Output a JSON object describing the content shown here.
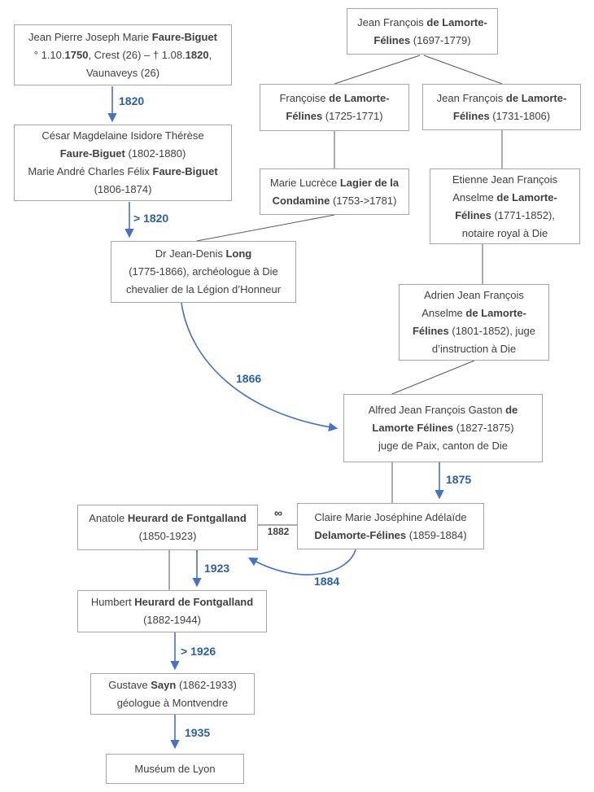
{
  "diagram": {
    "type": "genealogy-provenance-flowchart",
    "colors": {
      "arrow_blue": "#4472c4",
      "year_label_blue": "#2e5fa3",
      "lineage_line_gray": "#595959",
      "box_border_gray": "#a6a6a6",
      "text_gray": "#404040",
      "background": "#ffffff"
    }
  },
  "boxes": {
    "faure_biguet_sr": {
      "lines": [
        [
          {
            "t": "Jean Pierre Joseph Marie ",
            "b": false
          },
          {
            "t": "Faure-Biguet",
            "b": true
          }
        ],
        [
          {
            "t": "° 1.10.",
            "b": false
          },
          {
            "t": "1750",
            "b": true
          },
          {
            "t": ", Crest (26) – † 1.08.",
            "b": false
          },
          {
            "t": "1820",
            "b": true
          },
          {
            "t": ",",
            "b": false
          }
        ],
        [
          {
            "t": "Vaunaveys (26)",
            "b": false
          }
        ]
      ]
    },
    "faure_biguet_brothers": {
      "lines": [
        [
          {
            "t": "César Magdelaine Isidore Thérèse",
            "b": false
          }
        ],
        [
          {
            "t": "Faure-Biguet",
            "b": true
          },
          {
            "t": " (1802-1880)",
            "b": false
          }
        ],
        [
          {
            "t": "Marie André Charles Félix ",
            "b": false
          },
          {
            "t": "Faure-Biguet",
            "b": true
          }
        ],
        [
          {
            "t": "(1806-1874)",
            "b": false
          }
        ]
      ]
    },
    "long": {
      "lines": [
        [
          {
            "t": "Dr Jean-Denis ",
            "b": false
          },
          {
            "t": "Long",
            "b": true
          }
        ],
        [
          {
            "t": "(1775-1866), archéologue à Die",
            "b": false
          }
        ],
        [
          {
            "t": "chevalier de la Légion d’Honneur",
            "b": false
          }
        ]
      ]
    },
    "lamorte_felines_sr": {
      "lines": [
        [
          {
            "t": "Jean François ",
            "b": false
          },
          {
            "t": "de Lamorte-",
            "b": true
          }
        ],
        [
          {
            "t": "Félines",
            "b": true
          },
          {
            "t": " (1697-1779)",
            "b": false
          }
        ]
      ]
    },
    "francoise": {
      "lines": [
        [
          {
            "t": "Françoise ",
            "b": false
          },
          {
            "t": "de Lamorte-",
            "b": true
          }
        ],
        [
          {
            "t": "Félines",
            "b": true
          },
          {
            "t": " (1725-1771)",
            "b": false
          }
        ]
      ]
    },
    "jean_francois_jr": {
      "lines": [
        [
          {
            "t": "Jean François ",
            "b": false
          },
          {
            "t": "de Lamorte-",
            "b": true
          }
        ],
        [
          {
            "t": "Félines",
            "b": true
          },
          {
            "t": " (1731-1806)",
            "b": false
          }
        ]
      ]
    },
    "condamine": {
      "lines": [
        [
          {
            "t": "Marie Lucrèce ",
            "b": false
          },
          {
            "t": "Lagier de la",
            "b": true
          }
        ],
        [
          {
            "t": "Condamine",
            "b": true
          },
          {
            "t": " (1753->1781)",
            "b": false
          }
        ]
      ]
    },
    "etienne": {
      "lines": [
        [
          {
            "t": "Etienne Jean François",
            "b": false
          }
        ],
        [
          {
            "t": "Anselme ",
            "b": false
          },
          {
            "t": "de Lamorte-",
            "b": true
          }
        ],
        [
          {
            "t": "Félines",
            "b": true
          },
          {
            "t": " (1771-1852),",
            "b": false
          }
        ],
        [
          {
            "t": "notaire royal à Die",
            "b": false
          }
        ]
      ]
    },
    "adrien": {
      "lines": [
        [
          {
            "t": "Adrien Jean François",
            "b": false
          }
        ],
        [
          {
            "t": "Anselme ",
            "b": false
          },
          {
            "t": "de Lamorte-",
            "b": true
          }
        ],
        [
          {
            "t": "Félines",
            "b": true
          },
          {
            "t": " (1801-1852), juge",
            "b": false
          }
        ],
        [
          {
            "t": "d’instruction à Die",
            "b": false
          }
        ]
      ]
    },
    "alfred": {
      "lines": [
        [
          {
            "t": "Alfred Jean François Gaston ",
            "b": false
          },
          {
            "t": "de",
            "b": true
          }
        ],
        [
          {
            "t": "Lamorte Félines",
            "b": true
          },
          {
            "t": " (1827-1875)",
            "b": false
          }
        ],
        [
          {
            "t": "juge de Paix, canton de Die",
            "b": false
          }
        ]
      ]
    },
    "claire": {
      "lines": [
        [
          {
            "t": "Claire Marie Joséphine Adélaïde",
            "b": false
          }
        ],
        [
          {
            "t": "Delamorte-Félines",
            "b": true
          },
          {
            "t": " (1859-1884)",
            "b": false
          }
        ]
      ]
    },
    "anatole": {
      "lines": [
        [
          {
            "t": "Anatole ",
            "b": false
          },
          {
            "t": "Heurard de Fontgalland",
            "b": true
          }
        ],
        [
          {
            "t": "(1850-1923)",
            "b": false
          }
        ]
      ]
    },
    "humbert": {
      "lines": [
        [
          {
            "t": "Humbert ",
            "b": false
          },
          {
            "t": "Heurard de Fontgalland",
            "b": true
          }
        ],
        [
          {
            "t": "(1882-1944)",
            "b": false
          }
        ]
      ]
    },
    "sayn": {
      "lines": [
        [
          {
            "t": "Gustave ",
            "b": false
          },
          {
            "t": "Sayn",
            "b": true
          },
          {
            "t": " (1862-1933)",
            "b": false
          }
        ],
        [
          {
            "t": "géologue à Montvendre",
            "b": false
          }
        ]
      ]
    },
    "museum": {
      "lines": [
        [
          {
            "t": "Muséum de Lyon",
            "b": false
          }
        ]
      ]
    }
  },
  "labels": {
    "t1820": "1820",
    "t1820b": "> 1820",
    "t1866": "1866",
    "t1875": "1875",
    "t1923": "1923",
    "t1884": "1884",
    "t1926": "> 1926",
    "t1935": "1935"
  },
  "marriage": {
    "symbol": "∞",
    "year": "1882"
  }
}
